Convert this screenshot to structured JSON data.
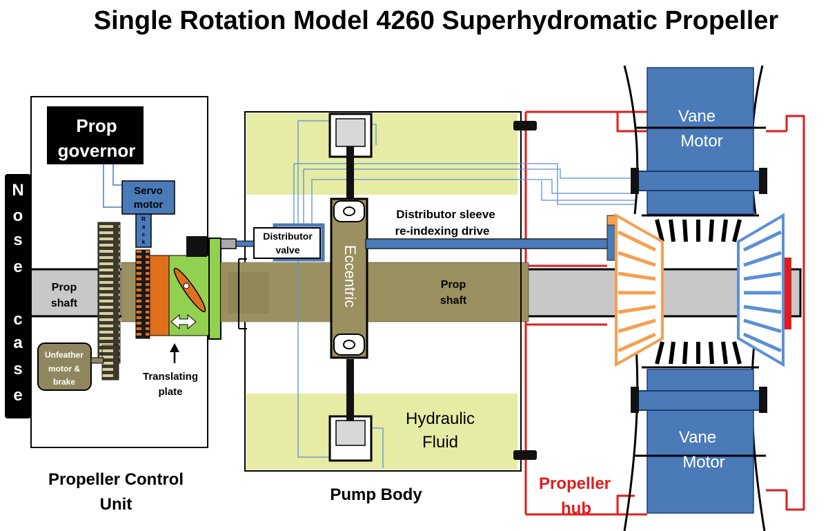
{
  "title": "Single Rotation Model 4260 Superhydromatic Propeller",
  "nose_case": [
    "N",
    "o",
    "s",
    "e",
    "c",
    "a",
    "s",
    "e"
  ],
  "prop_governor": [
    "Prop",
    "governor"
  ],
  "servo_motor": [
    "Servo",
    "motor"
  ],
  "rack": [
    "R",
    "a",
    "c",
    "k"
  ],
  "prop_shaft_left": [
    "Prop",
    "shaft"
  ],
  "prop_shaft_right": [
    "Prop",
    "shaft"
  ],
  "unfeather_motor": [
    "Unfeather",
    "motor &",
    "brake"
  ],
  "translating_plate": [
    "Translating",
    "plate"
  ],
  "propeller_control_unit": [
    "Propeller Control",
    "Unit"
  ],
  "distributor_valve": [
    "Distributor",
    "valve"
  ],
  "eccentric": "Eccentric",
  "distributor_sleeve": [
    "Distributor sleeve",
    "re-indexing drive"
  ],
  "hydraulic_fluid": [
    "Hydraulic",
    "Fluid"
  ],
  "pump_body": "Pump Body",
  "vane_motor_top": [
    "Vane",
    "Motor"
  ],
  "vane_motor_bottom": [
    "Vane",
    "Motor"
  ],
  "propeller_hub": [
    "Propeller",
    "hub"
  ],
  "colors": {
    "fluid_yellow": "#e6eca4",
    "vane_blue": "#4a7ab8",
    "hub_red": "#e01c1c",
    "shaft_gray": "#c8c8c8",
    "gear_brown": "#4a4530",
    "sleeve_olive": "#9b9060",
    "plate_green": "#92d050",
    "plate_orange": "#e0701c",
    "bevel_orange": "#f5a050",
    "bevel_blue": "#5b8fd8",
    "unfeather_olive": "#8f8660"
  }
}
